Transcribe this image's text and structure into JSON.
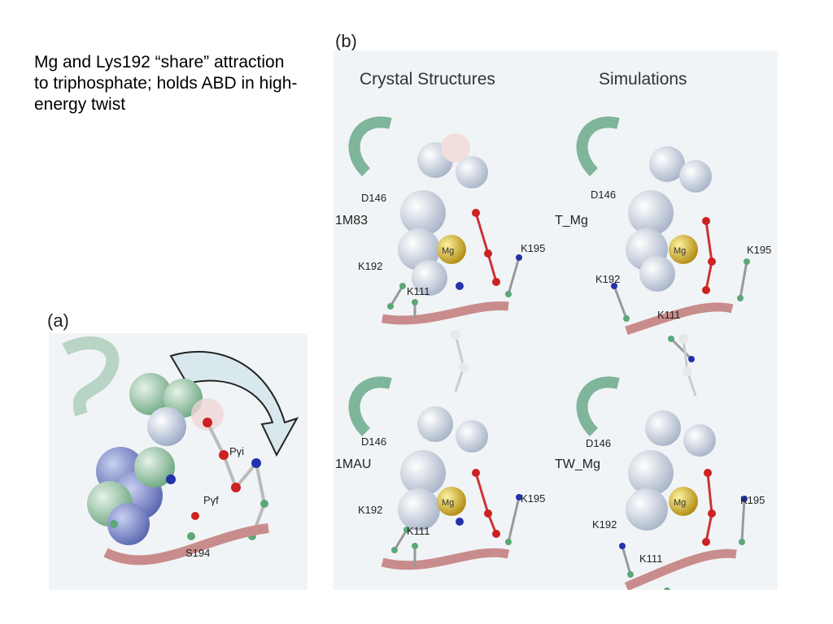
{
  "caption": "Mg and Lys192 “share” attraction to triphosphate; holds ABD in high-energy twist",
  "panel_a": {
    "label": "(a)",
    "residue_labels": {
      "p_gamma_i": "Pγi",
      "p_gamma_f": "Pγf",
      "s194": "S194"
    }
  },
  "panel_b": {
    "label": "(b)",
    "column_headers": [
      "Crystal Structures",
      "Simulations"
    ],
    "structures": [
      {
        "name": "1M83",
        "d146": "D146",
        "k192": "K192",
        "k111": "K111",
        "k195": "K195",
        "metal": "Mg"
      },
      {
        "name": "T_Mg",
        "d146": "D146",
        "k192": "K192",
        "k111": "K111",
        "k195": "K195",
        "metal": "Mg"
      },
      {
        "name": "1MAU",
        "d146": "D146",
        "k192": "K192",
        "k111": "K111",
        "k195": "K195",
        "metal": "Mg"
      },
      {
        "name": "TW_Mg",
        "d146": "D146",
        "k192": "K192",
        "k111": "K111",
        "k195": "K195",
        "metal": "Mg"
      }
    ]
  },
  "colors": {
    "helix": "#7fb59a",
    "backbone": "#c98c8c",
    "oxygen": "#cc2222",
    "nitrogen": "#2233aa",
    "carbon": "#5aa878",
    "magnesium": "#d4b020",
    "sphere": "#dfe6ee"
  }
}
